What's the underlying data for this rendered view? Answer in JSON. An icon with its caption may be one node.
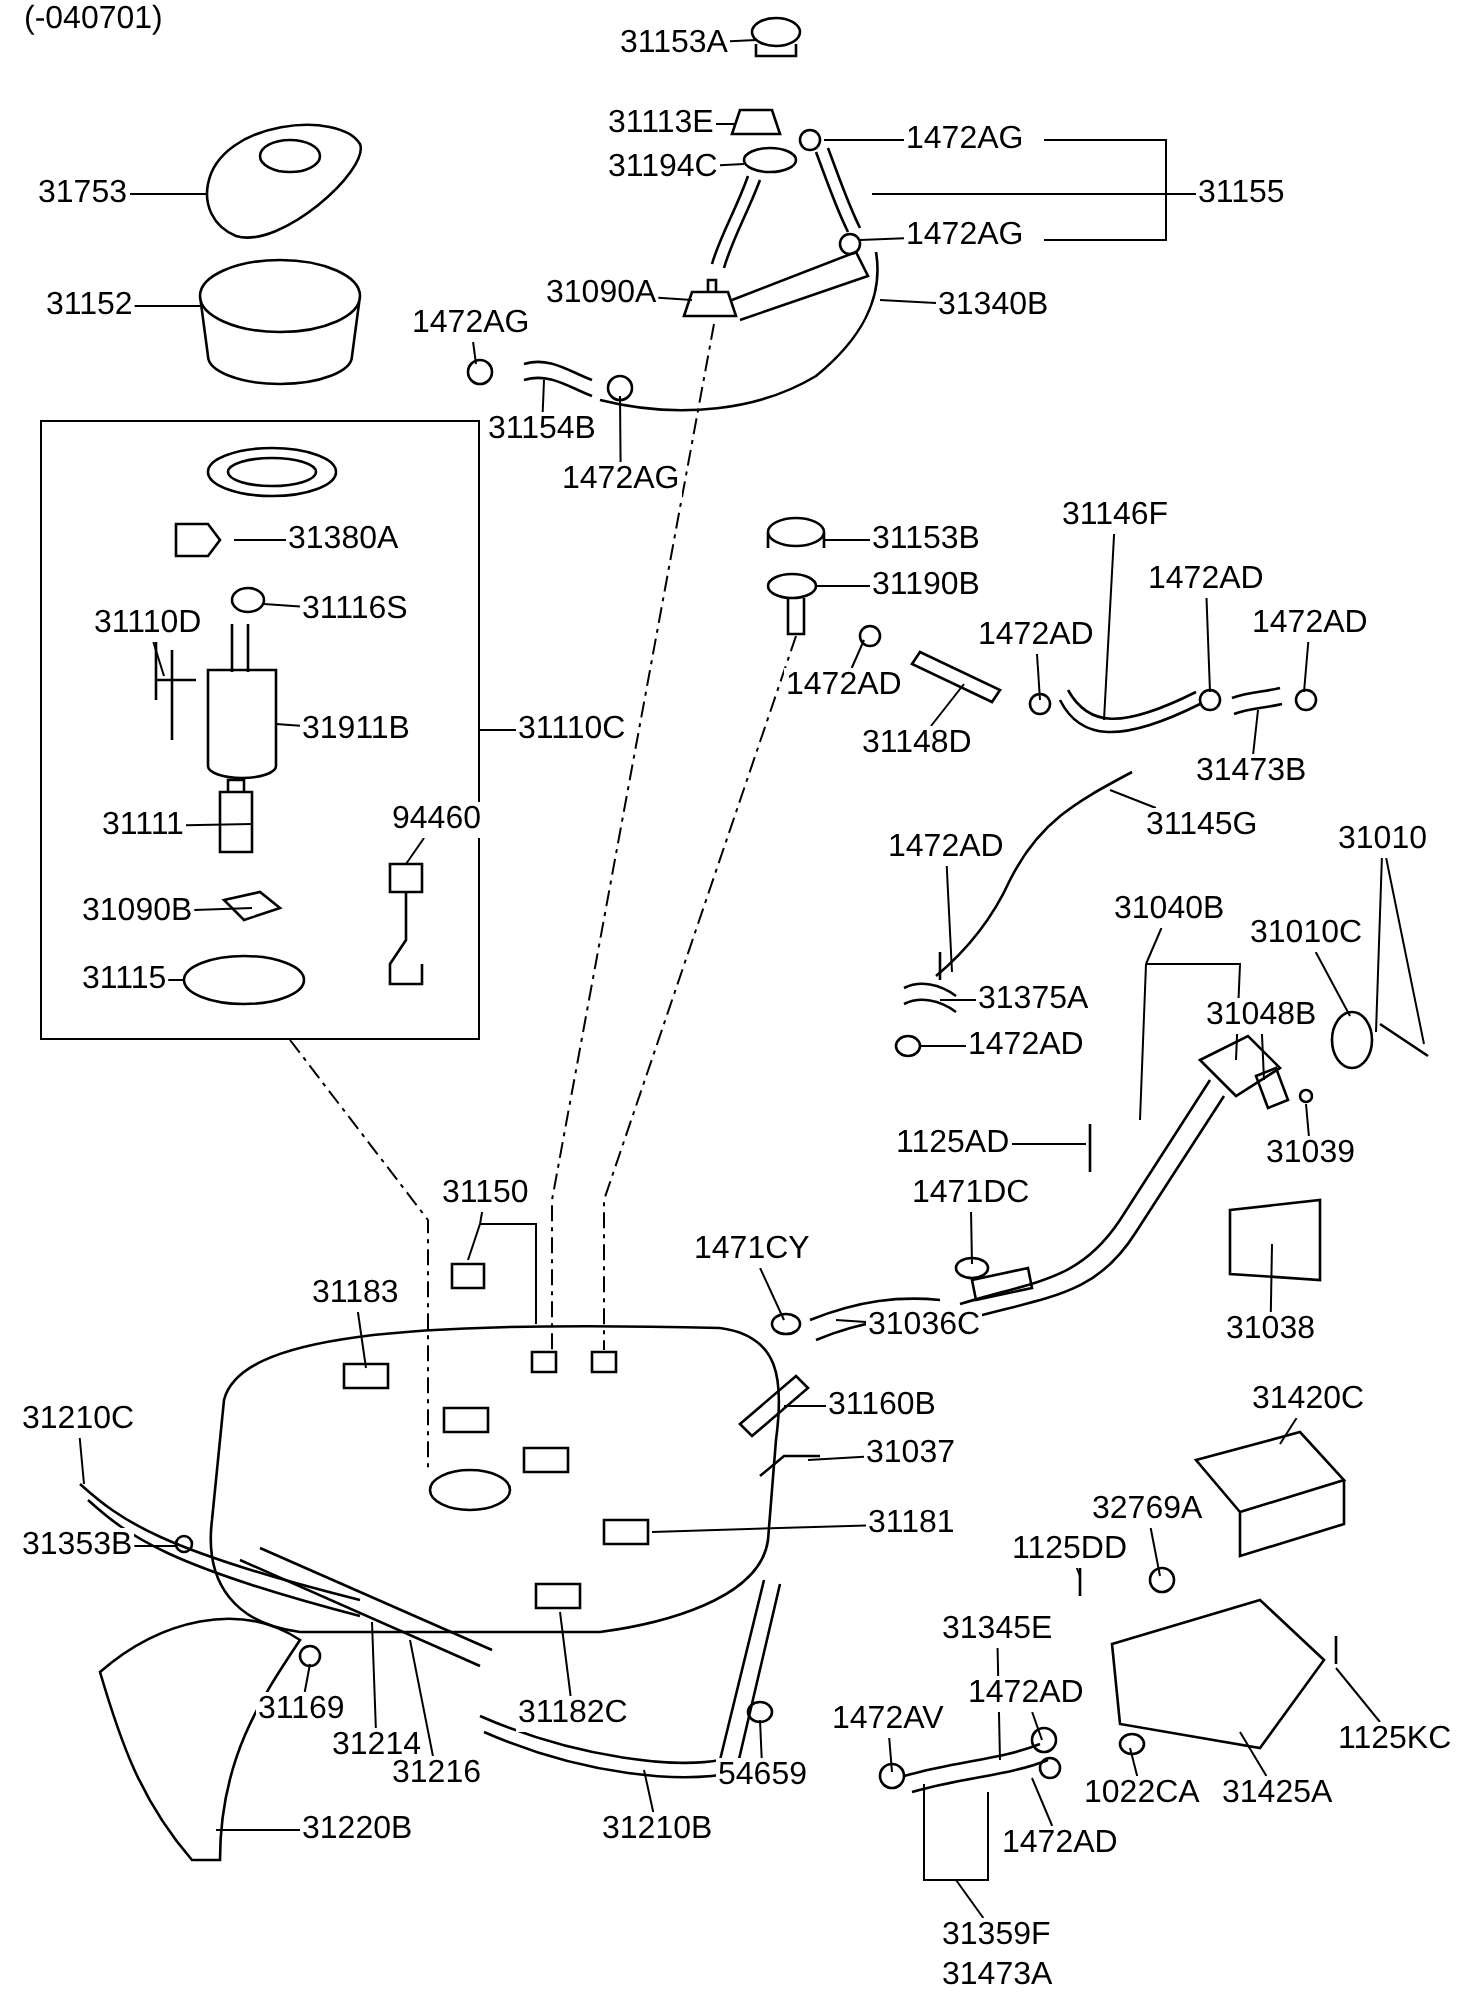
{
  "diagram": {
    "nodes": [
      {
        "text": [
          "31153A"
        ]
      },
      {
        "text": [
          "31113E"
        ]
      },
      {
        "text": [
          "31194C"
        ]
      },
      {
        "text": [
          "1472AG"
        ]
      },
      {
        "text": [
          "31155"
        ]
      },
      {
        "text": [
          "1472AG"
        ]
      },
      {
        "text": [
          "31753"
        ]
      },
      {
        "text": [
          "31152"
        ]
      },
      {
        "text": [
          "31090A"
        ]
      },
      {
        "text": [
          "31340B"
        ]
      },
      {
        "text": [
          "1472AG"
        ]
      },
      {
        "text": [
          "31154B"
        ]
      },
      {
        "text": [
          "1472AG"
        ]
      },
      {
        "text": [],
        "shape": "box"
      },
      {
        "text": [
          "31380A"
        ],
        "in": 13
      },
      {
        "text": [
          "31116S"
        ],
        "in": 13
      },
      {
        "text": [
          "31110D"
        ],
        "in": 13
      },
      {
        "text": [
          "31911B"
        ],
        "in": 13
      },
      {
        "text": [
          "31110C"
        ]
      },
      {
        "text": [
          "31111"
        ],
        "in": 13
      },
      {
        "text": [
          "94460"
        ],
        "in": 13
      },
      {
        "text": [
          "31090B"
        ],
        "in": 13
      },
      {
        "text": [
          "31115"
        ],
        "in": 13
      },
      {
        "text": [
          "31153B"
        ]
      },
      {
        "text": [
          "31190B"
        ]
      },
      {
        "text": [
          "31146F"
        ]
      },
      {
        "text": [
          "1472AD"
        ]
      },
      {
        "text": [
          "1472AD"
        ]
      },
      {
        "text": [
          "1472AD"
        ]
      },
      {
        "text": [
          "1472AD"
        ]
      },
      {
        "text": [
          "31148D"
        ]
      },
      {
        "text": [
          "31473B"
        ]
      },
      {
        "text": [
          "31145G"
        ]
      },
      {
        "text": [
          "1472AD"
        ]
      },
      {
        "text": [
          "31010"
        ]
      },
      {
        "text": [
          "31040B"
        ]
      },
      {
        "text": [
          "31010C"
        ]
      },
      {
        "text": [
          "31048B"
        ]
      },
      {
        "text": [
          "31375A"
        ]
      },
      {
        "text": [
          "1472AD"
        ]
      },
      {
        "text": [
          "1125AD"
        ]
      },
      {
        "text": [
          "31039"
        ]
      },
      {
        "text": [
          "31150"
        ]
      },
      {
        "text": [
          "1471CY"
        ]
      },
      {
        "text": [
          "1471DC"
        ]
      },
      {
        "text": [
          "31183"
        ]
      },
      {
        "text": [
          "31036C"
        ]
      },
      {
        "text": [
          "31038"
        ]
      },
      {
        "text": [
          "31160B"
        ]
      },
      {
        "text": [
          "31420C"
        ]
      },
      {
        "text": [
          "31210C"
        ]
      },
      {
        "text": [
          "31037"
        ]
      },
      {
        "text": [
          "32769A"
        ]
      },
      {
        "text": [
          "31181"
        ]
      },
      {
        "text": [
          "1125DD"
        ]
      },
      {
        "text": [
          "31353B"
        ]
      },
      {
        "text": [
          "31345E"
        ]
      },
      {
        "text": [
          "31169"
        ]
      },
      {
        "text": [
          "31214"
        ]
      },
      {
        "text": [
          "31182C"
        ]
      },
      {
        "text": [
          "1472AD"
        ]
      },
      {
        "text": [
          "1472AV"
        ]
      },
      {
        "text": [
          "1125KC"
        ]
      },
      {
        "text": [
          "31216"
        ]
      },
      {
        "text": [
          "54659"
        ]
      },
      {
        "text": [
          "1022CA"
        ]
      },
      {
        "text": [
          "31425A"
        ]
      },
      {
        "text": [
          "1472AD"
        ]
      },
      {
        "text": [
          "31210B"
        ]
      },
      {
        "text": [
          "31220B"
        ]
      },
      {
        "text": [
          "31359F"
        ]
      },
      {
        "text": [
          "31473A"
        ]
      }
    ],
    "edges": [
      {
        "from": 0,
        "to": null,
        "arrow": "none"
      },
      {
        "from": 1,
        "to": null,
        "arrow": "none"
      },
      {
        "from": 2,
        "to": null,
        "arrow": "none"
      },
      {
        "from": 3,
        "to": null,
        "arrow": "none"
      },
      {
        "from": 4,
        "to": null,
        "arrow": "none"
      },
      {
        "from": 5,
        "to": null,
        "arrow": "none"
      },
      {
        "from": 6,
        "to": null,
        "arrow": "none"
      },
      {
        "from": 7,
        "to": null,
        "arrow": "none"
      },
      {
        "from": 8,
        "to": null,
        "arrow": "none"
      },
      {
        "from": 9,
        "to": null,
        "arrow": "none"
      },
      {
        "from": 10,
        "to": null,
        "arrow": "none"
      },
      {
        "from": 11,
        "to": null,
        "arrow": "none"
      },
      {
        "from": 12,
        "to": null,
        "arrow": "none"
      },
      {
        "from": 14,
        "to": null,
        "arrow": "none"
      },
      {
        "from": 15,
        "to": null,
        "arrow": "none"
      },
      {
        "from": 16,
        "to": null,
        "arrow": "none"
      },
      {
        "from": 17,
        "to": null,
        "arrow": "none"
      },
      {
        "from": 18,
        "to": 13,
        "arrow": "none"
      },
      {
        "from": 19,
        "to": null,
        "arrow": "none"
      },
      {
        "from": 20,
        "to": null,
        "arrow": "none"
      },
      {
        "from": 21,
        "to": null,
        "arrow": "none"
      },
      {
        "from": 22,
        "to": null,
        "arrow": "none"
      },
      {
        "from": 23,
        "to": null,
        "arrow": "none"
      },
      {
        "from": 24,
        "to": null,
        "arrow": "none"
      },
      {
        "from": 25,
        "to": null,
        "arrow": "none"
      },
      {
        "from": 26,
        "to": null,
        "arrow": "none"
      },
      {
        "from": 27,
        "to": null,
        "arrow": "none"
      },
      {
        "from": 28,
        "to": null,
        "arrow": "none"
      },
      {
        "from": 29,
        "to": null,
        "arrow": "none"
      },
      {
        "from": 30,
        "to": null,
        "arrow": "none"
      },
      {
        "from": 31,
        "to": null,
        "arrow": "none"
      },
      {
        "from": 32,
        "to": null,
        "arrow": "none"
      },
      {
        "from": 33,
        "to": null,
        "arrow": "none"
      },
      {
        "from": 34,
        "to": null,
        "arrow": "none"
      },
      {
        "from": 35,
        "to": null,
        "arrow": "none"
      },
      {
        "from": 36,
        "to": null,
        "arrow": "none"
      },
      {
        "from": 37,
        "to": null,
        "arrow": "none"
      },
      {
        "from": 38,
        "to": null,
        "arrow": "none"
      },
      {
        "from": 39,
        "to": null,
        "arrow": "none"
      },
      {
        "from": 40,
        "to": null,
        "arrow": "none"
      },
      {
        "from": 41,
        "to": null,
        "arrow": "none"
      },
      {
        "from": 42,
        "to": null,
        "arrow": "none"
      },
      {
        "from": 43,
        "to": null,
        "arrow": "none"
      },
      {
        "from": 44,
        "to": null,
        "arrow": "none"
      },
      {
        "from": 45,
        "to": null,
        "arrow": "none"
      },
      {
        "from": 46,
        "to": null,
        "arrow": "none"
      },
      {
        "from": 47,
        "to": null,
        "arrow": "none"
      },
      {
        "from": 48,
        "to": null,
        "arrow": "none"
      },
      {
        "from": 49,
        "to": null,
        "arrow": "none"
      },
      {
        "from": 50,
        "to": null,
        "arrow": "none"
      },
      {
        "from": 51,
        "to": null,
        "arrow": "none"
      },
      {
        "from": 52,
        "to": null,
        "arrow": "none"
      },
      {
        "from": 53,
        "to": null,
        "arrow": "none"
      },
      {
        "from": 54,
        "to": null,
        "arrow": "none"
      },
      {
        "from": 55,
        "to": null,
        "arrow": "none"
      },
      {
        "from": 56,
        "to": null,
        "arrow": "none"
      },
      {
        "from": 57,
        "to": null,
        "arrow": "none"
      },
      {
        "from": 58,
        "to": null,
        "arrow": "none"
      },
      {
        "from": 59,
        "to": null,
        "arrow": "none"
      },
      {
        "from": 60,
        "to": null,
        "arrow": "none"
      },
      {
        "from": 61,
        "to": null,
        "arrow": "none"
      },
      {
        "from": 62,
        "to": null,
        "arrow": "none"
      },
      {
        "from": 63,
        "to": null,
        "arrow": "none"
      },
      {
        "from": 64,
        "to": null,
        "arrow": "none"
      },
      {
        "from": 65,
        "to": null,
        "arrow": "none"
      },
      {
        "from": 66,
        "to": null,
        "arrow": "none"
      },
      {
        "from": 67,
        "to": null,
        "arrow": "none"
      },
      {
        "from": 68,
        "to": null,
        "arrow": "none"
      },
      {
        "from": 69,
        "to": null,
        "arrow": "none"
      },
      {
        "from": 70,
        "to": null,
        "arrow": "none"
      },
      {
        "from": 34,
        "to": null,
        "arrow": "none"
      }
    ],
    "labels": [
      "(-040701)"
    ]
  }
}
